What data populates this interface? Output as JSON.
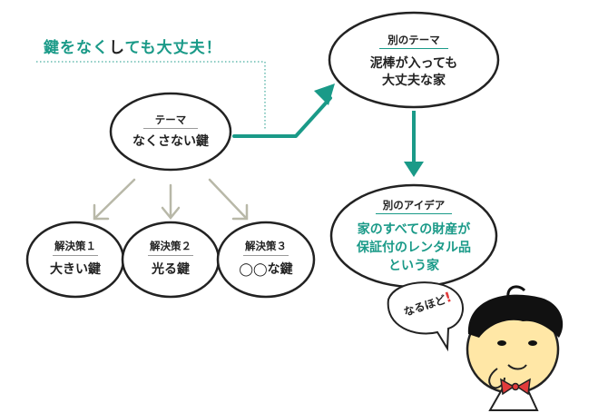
{
  "headline": {
    "part1": "鍵をなく",
    "part2": "し",
    "part3": "ても大丈夫！"
  },
  "theme": {
    "label": "テーマ",
    "text": "なくさない鍵"
  },
  "solutions": [
    {
      "label": "解決策１",
      "text": "大きい鍵"
    },
    {
      "label": "解決策２",
      "text": "光る鍵"
    },
    {
      "label": "解決策３",
      "text": "◯◯な鍵"
    }
  ],
  "other_theme": {
    "label": "別のテーマ",
    "line1": "泥棒が入っても",
    "line2": "大丈夫な家"
  },
  "other_idea": {
    "label": "別のアイデア",
    "line1": "家のすべての財産が",
    "line2": "保証付のレンタル品",
    "line3": "という家"
  },
  "speech_bubble": {
    "text": "なるほど",
    "mark": "!"
  },
  "colors": {
    "teal": "#1a9a88",
    "gray_arrow": "#b8b8a8",
    "outline": "#222222",
    "accent_red": "#e23b3b"
  }
}
